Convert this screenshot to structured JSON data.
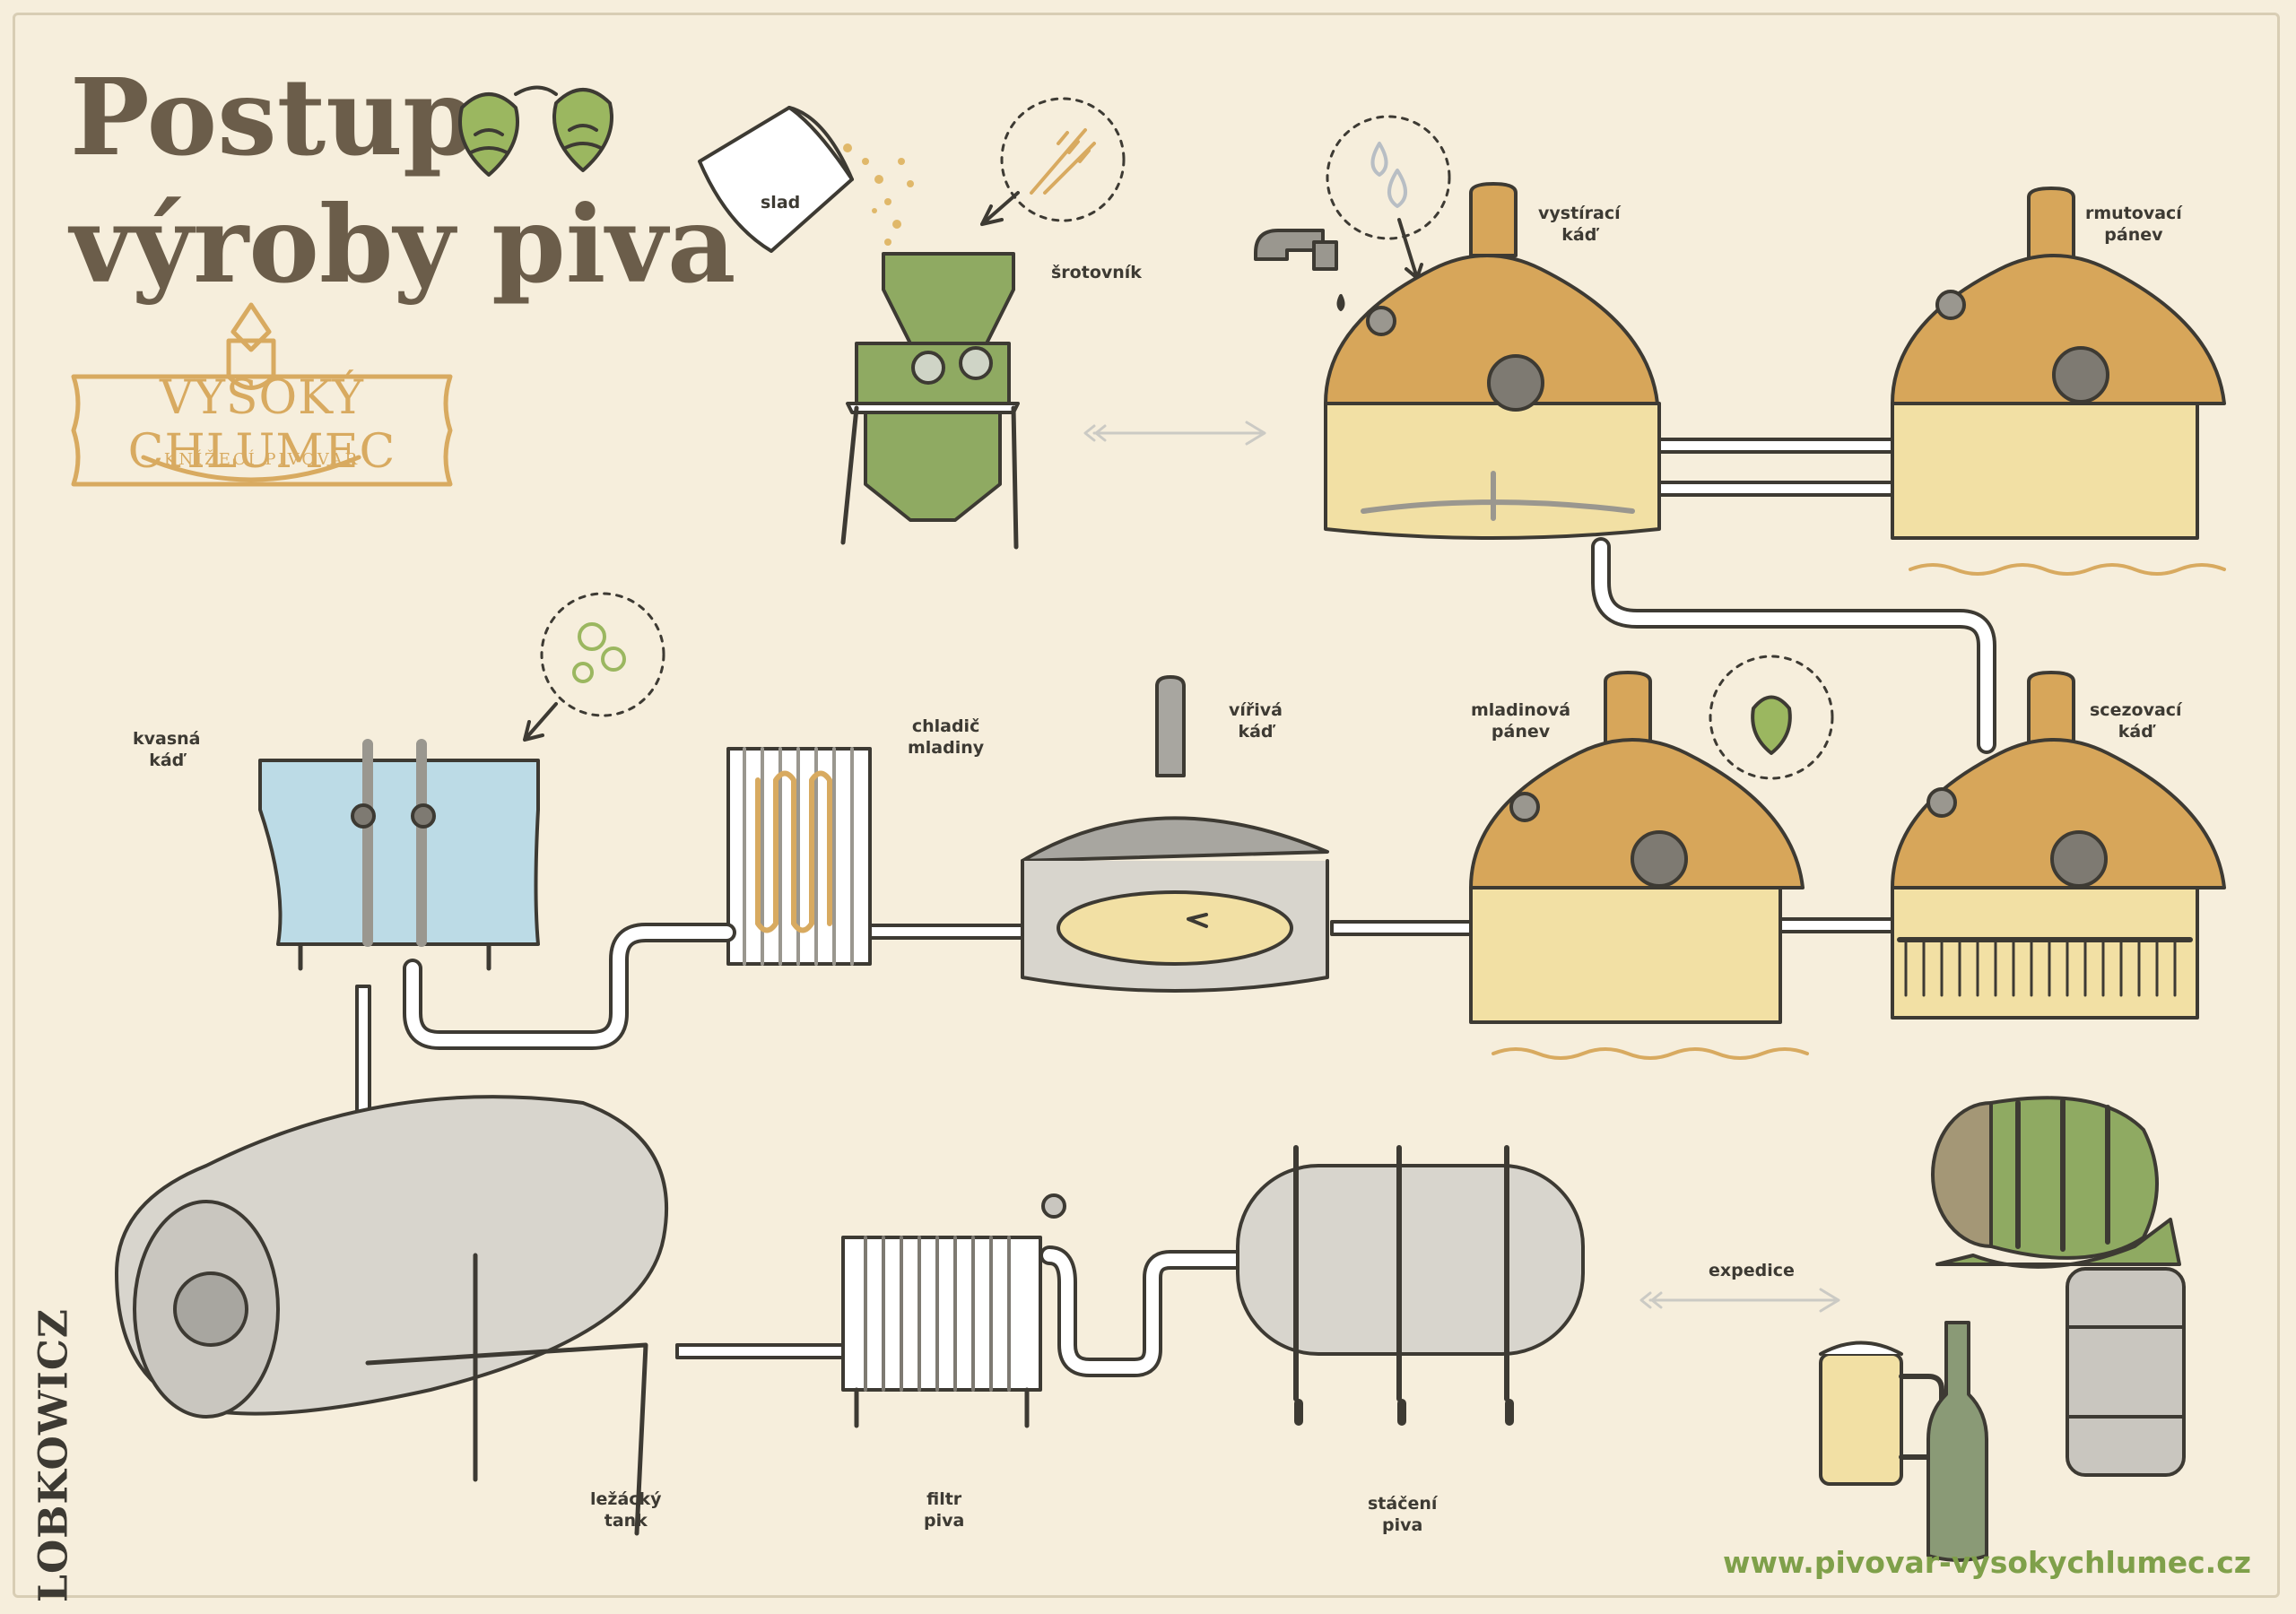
{
  "title": {
    "line1": "Postup",
    "line2": "výroby piva"
  },
  "logo": {
    "name": "VYSOKÝ CHLUMEC",
    "sub": "KNÍŽECÍ PIVOVAR"
  },
  "brand": "LOBKOWICZ",
  "url": "www.pivovar-vysokychlumec.cz",
  "labels": {
    "slad": [
      "slad"
    ],
    "srotovnik": [
      "šrotovník"
    ],
    "vystiraci": [
      "vystírací",
      "káď"
    ],
    "rmutovaci": [
      "rmutovací",
      "pánev"
    ],
    "kvasna": [
      "kvasná",
      "káď"
    ],
    "chladic": [
      "chladič",
      "mladiny"
    ],
    "virivа": [
      "vířivá",
      "káď"
    ],
    "mladinova": [
      "mladinová",
      "pánev"
    ],
    "scezovaci": [
      "scezovací",
      "káď"
    ],
    "lezacky": [
      "ležácký",
      "tank"
    ],
    "filtr": [
      "filtr",
      "piva"
    ],
    "staceni": [
      "stáčení",
      "piva"
    ],
    "expedice": [
      "expedice"
    ]
  },
  "colors": {
    "background": "#f6eedc",
    "copper": "#d7a65a",
    "copper_dark": "#c08a3e",
    "wort": "#f2e0a4",
    "green": "#7fa04a",
    "steel": "#c9c6bf",
    "blue_tank": "#bcdbe6",
    "outline": "#3d3a33"
  },
  "icons": [
    "hop-cone-icon",
    "wheat-icon",
    "water-drop-icon",
    "yeast-icon",
    "malt-sack-icon",
    "tap-icon",
    "barrel-icon",
    "beer-mug-icon",
    "bottle-icon",
    "keg-icon"
  ]
}
